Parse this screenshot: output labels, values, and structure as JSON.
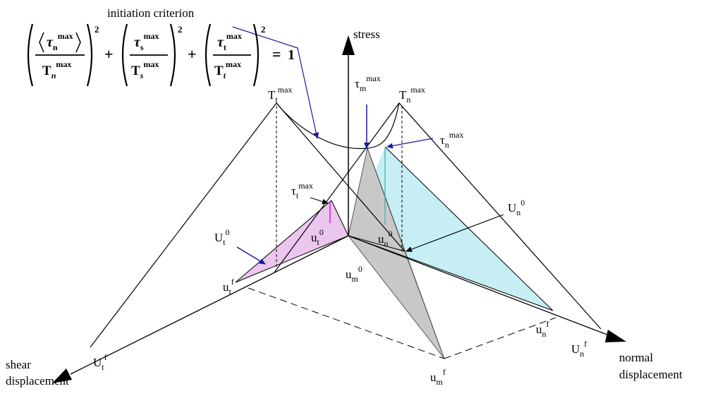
{
  "labels": {
    "initiation_criterion": "initiation criterion",
    "stress": "stress",
    "shear_line1": "shear",
    "shear_line2": "displacement",
    "normal_line1": "normal",
    "normal_line2": "displacement"
  },
  "symbols": {
    "Tt_max": {
      "base": "T",
      "sub": "t",
      "sup": "max"
    },
    "Tn_max": {
      "base": "T",
      "sub": "n",
      "sup": "max"
    },
    "taum_max": {
      "base": "τ",
      "sub": "m",
      "sup": "max"
    },
    "taun_max": {
      "base": "τ",
      "sub": "n",
      "sup": "max"
    },
    "taut_max": {
      "base": "τ",
      "sub": "t",
      "sup": "max"
    },
    "Ut0": {
      "base": "U",
      "sub": "t",
      "sup": "0"
    },
    "Un0": {
      "base": "U",
      "sub": "n",
      "sup": "0"
    },
    "ut0": {
      "base": "u",
      "sub": "t",
      "sup": "0"
    },
    "un0": {
      "base": "u",
      "sub": "n",
      "sup": "0"
    },
    "um0": {
      "base": "u",
      "sub": "m",
      "sup": "0"
    },
    "utf": {
      "base": "u",
      "sub": "t",
      "sup": "f"
    },
    "unf": {
      "base": "u",
      "sub": "n",
      "sup": "f"
    },
    "umf": {
      "base": "u",
      "sub": "m",
      "sup": "f"
    },
    "Utf": {
      "base": "U",
      "sub": "t",
      "sup": "f"
    },
    "Unf": {
      "base": "U",
      "sub": "n",
      "sup": "f"
    }
  },
  "equation": {
    "terms": [
      {
        "num_base": "τ",
        "num_sub": "n",
        "num_sup": "max",
        "den_base": "T",
        "den_sub": "n",
        "den_sup": "max",
        "macaulay": true
      },
      {
        "num_base": "τ",
        "num_sub": "s",
        "num_sup": "max",
        "den_base": "T",
        "den_sub": "s",
        "den_sup": "max",
        "macaulay": false
      },
      {
        "num_base": "τ",
        "num_sub": "t",
        "num_sup": "max",
        "den_base": "T",
        "den_sub": "t",
        "den_sup": "max",
        "macaulay": false
      }
    ],
    "exponent": "2",
    "plus": "+",
    "equals": "=",
    "rhs": "1"
  },
  "colors": {
    "pink_fill": "#ecc6ee",
    "cyan_fill": "#c6eef4",
    "gray_fill": "#c8c8c8",
    "pointer_blue": "#1a1aa0",
    "magenta_line": "#d020d0",
    "teal_line": "#30b0b0"
  }
}
